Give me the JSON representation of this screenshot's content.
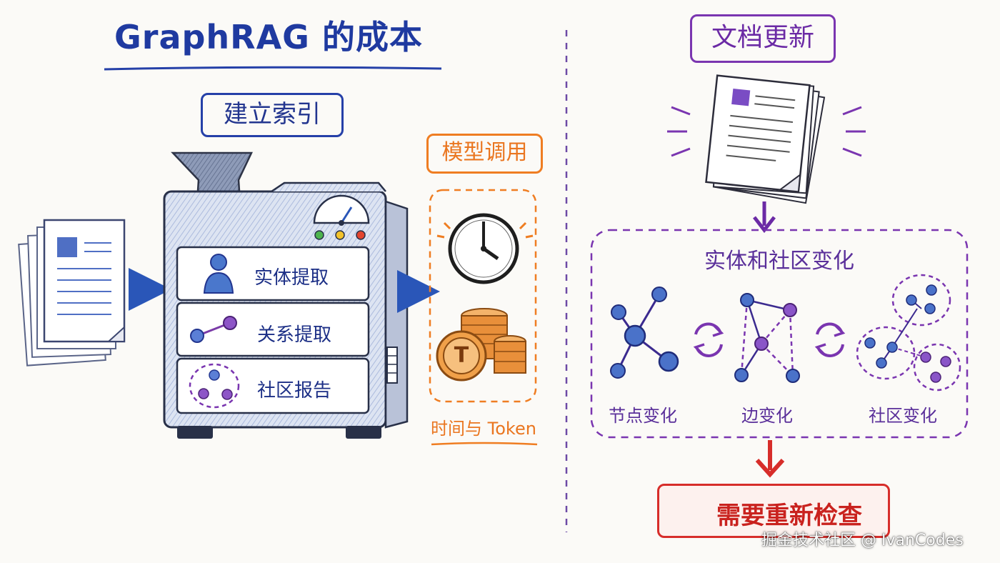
{
  "title": "GraphRAG 的成本",
  "indexing": {
    "label": "建立索引",
    "steps": [
      {
        "label": "实体提取",
        "icon": "person-icon"
      },
      {
        "label": "关系提取",
        "icon": "edge-icon"
      },
      {
        "label": "社区报告",
        "icon": "community-icon"
      }
    ]
  },
  "model_call": {
    "label": "模型调用",
    "caption": "时间与 Token",
    "icons": [
      "clock-icon",
      "coin-stack-icon"
    ],
    "coin_letter": "T"
  },
  "document_update": {
    "label": "文档更新",
    "changes_title": "实体和社区变化",
    "changes": [
      {
        "label": "节点变化",
        "icon": "node-graph-icon"
      },
      {
        "label": "边变化",
        "icon": "edge-graph-icon"
      },
      {
        "label": "社区变化",
        "icon": "community-graph-icon"
      }
    ],
    "result": "需要重新检查",
    "result_icon": "warning-icon"
  },
  "watermark": "掘金技术社区 @ IvanCodes",
  "colors": {
    "blue": "#2540a8",
    "orange": "#ef7d22",
    "purple": "#7a35b0",
    "red": "#d72d2a"
  }
}
